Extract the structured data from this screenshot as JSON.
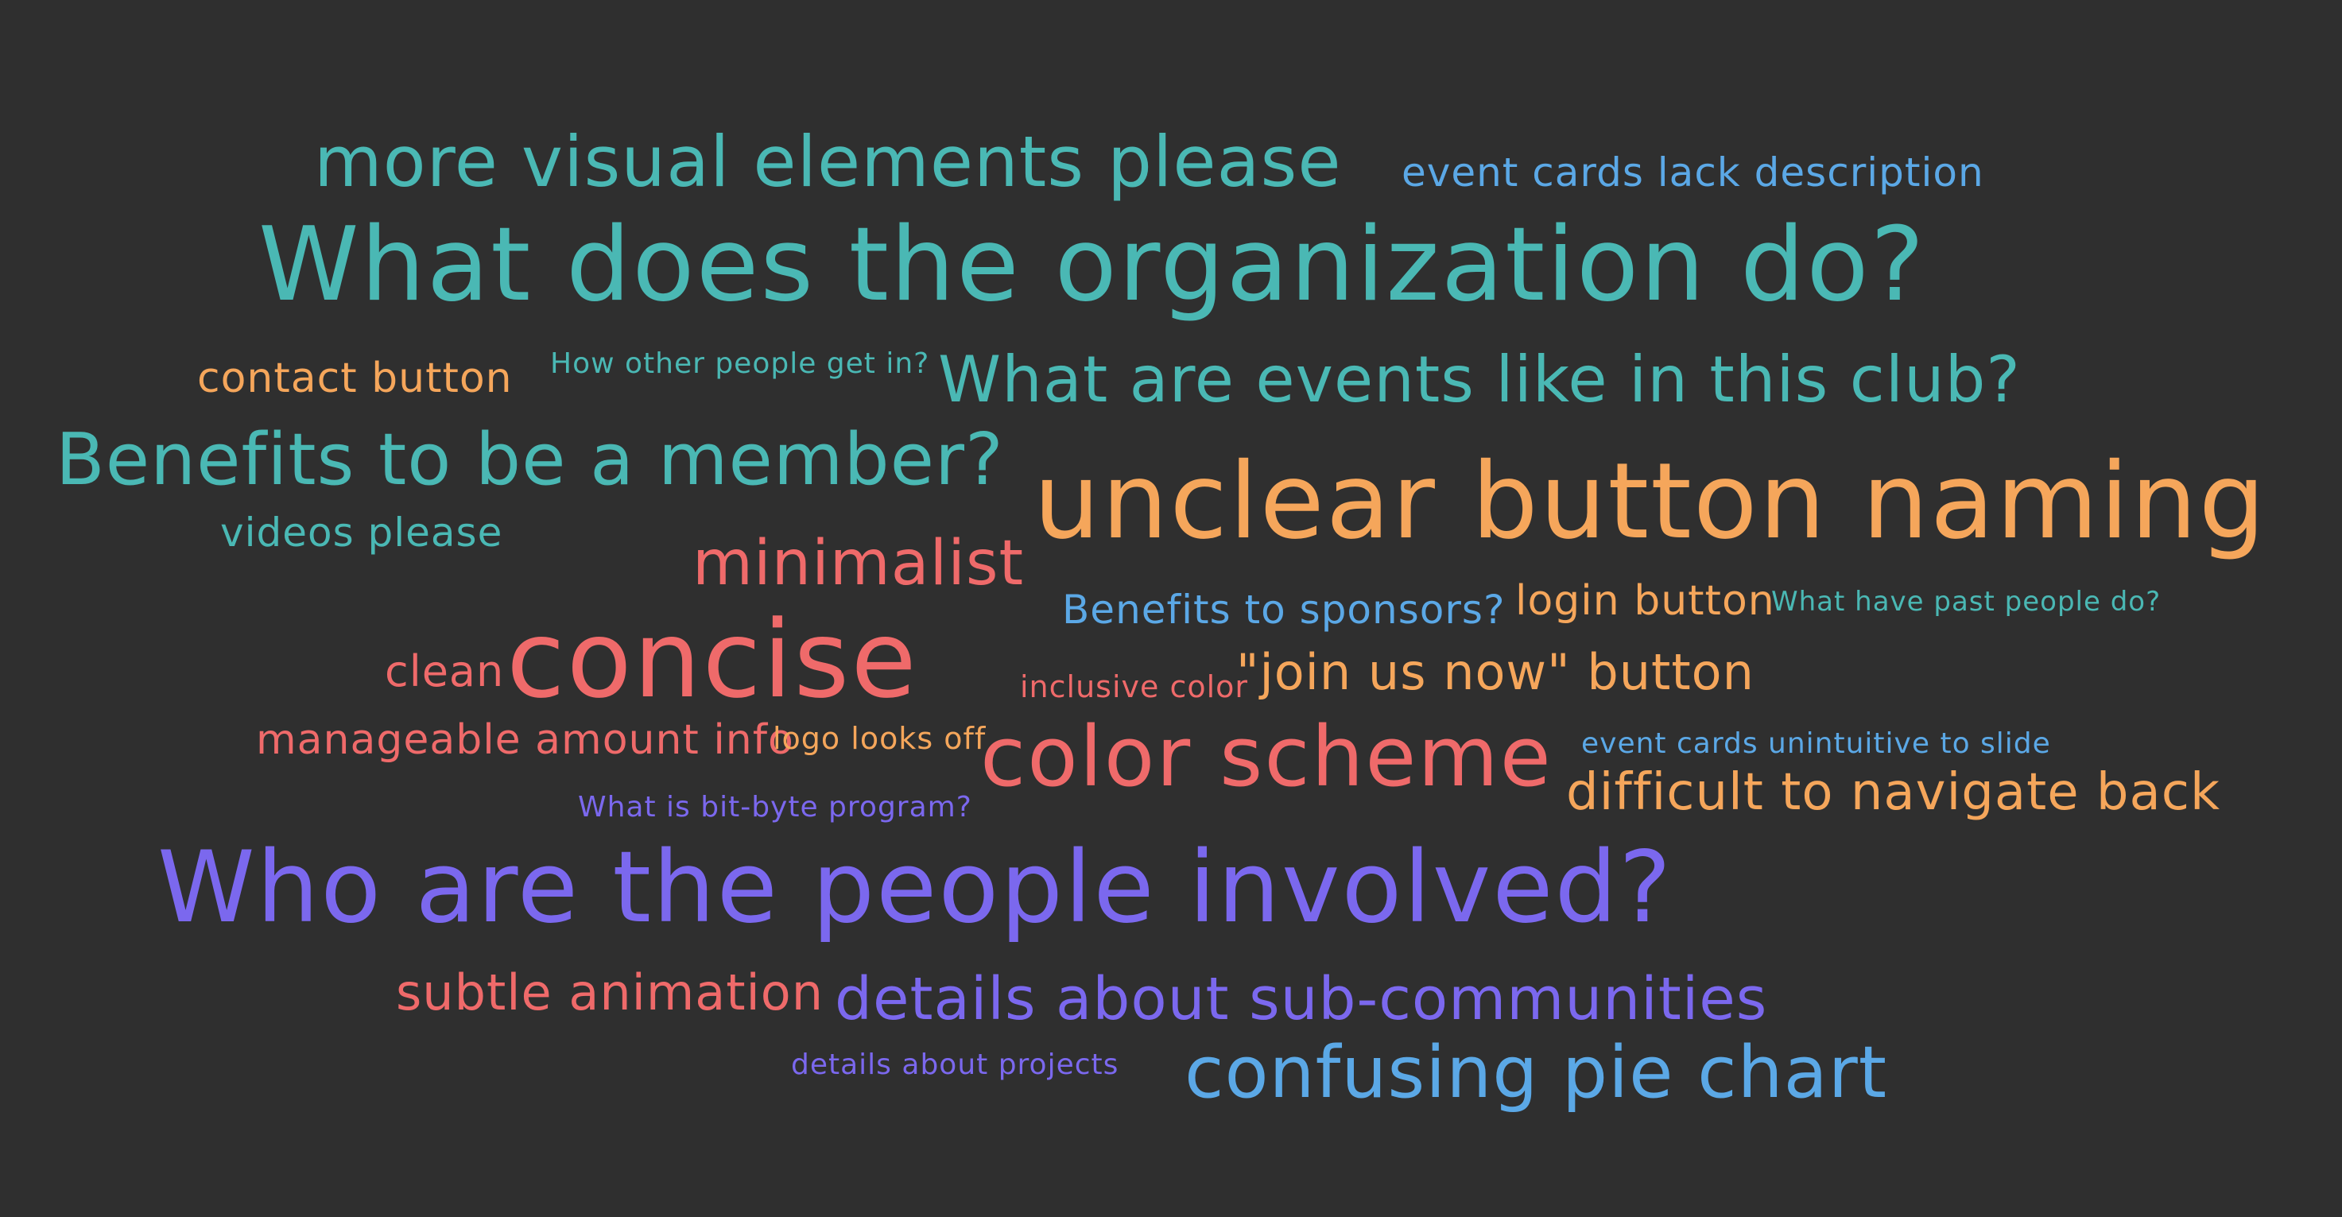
{
  "colors": {
    "background": "#2f2f2f",
    "teal": "#4ab8b4",
    "orange": "#f5a65b",
    "red": "#ef6a6a",
    "blue": "#5ba8e6",
    "purple": "#7b68ee"
  },
  "words": [
    {
      "text": "more visual elements please",
      "color": "#4ab8b4"
    },
    {
      "text": "event cards lack description",
      "color": "#5ba8e6"
    },
    {
      "text": "What does the organization do?",
      "color": "#4ab8b4"
    },
    {
      "text": "contact button",
      "color": "#f5a65b"
    },
    {
      "text": "How other people get in?",
      "color": "#4ab8b4"
    },
    {
      "text": "What are events like in this club?",
      "color": "#4ab8b4"
    },
    {
      "text": "Benefits to be a member?",
      "color": "#4ab8b4"
    },
    {
      "text": "unclear button naming",
      "color": "#f5a65b"
    },
    {
      "text": "videos please",
      "color": "#4ab8b4"
    },
    {
      "text": "minimalist",
      "color": "#ef6a6a"
    },
    {
      "text": "Benefits to sponsors?",
      "color": "#5ba8e6"
    },
    {
      "text": "login button",
      "color": "#f5a65b"
    },
    {
      "text": "What have past people do?",
      "color": "#4ab8b4"
    },
    {
      "text": "clean",
      "color": "#ef6a6a"
    },
    {
      "text": "concise",
      "color": "#ef6a6a"
    },
    {
      "text": "inclusive color",
      "color": "#ef6a6a"
    },
    {
      "text": "\"join us now\" button",
      "color": "#f5a65b"
    },
    {
      "text": "manageable amount info",
      "color": "#ef6a6a"
    },
    {
      "text": "logo looks off",
      "color": "#f5a65b"
    },
    {
      "text": "color scheme",
      "color": "#ef6a6a"
    },
    {
      "text": "event cards unintuitive to slide",
      "color": "#5ba8e6"
    },
    {
      "text": "difficult to navigate back",
      "color": "#f5a65b"
    },
    {
      "text": "What is bit-byte program?",
      "color": "#7b68ee"
    },
    {
      "text": "Who are the people involved?",
      "color": "#7b68ee"
    },
    {
      "text": "subtle animation",
      "color": "#ef6a6a"
    },
    {
      "text": "details about sub-communities",
      "color": "#7b68ee"
    },
    {
      "text": "details about projects",
      "color": "#7b68ee"
    },
    {
      "text": "confusing pie chart",
      "color": "#5ba8e6"
    }
  ]
}
